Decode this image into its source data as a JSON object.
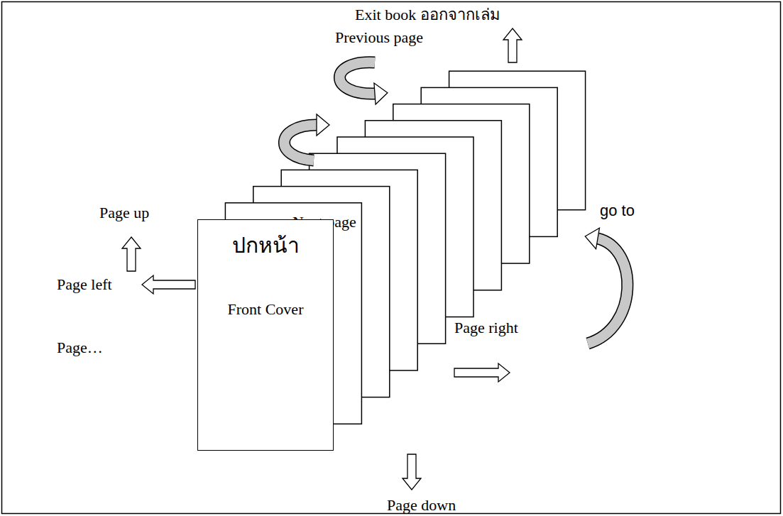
{
  "diagram": {
    "nodes": [
      {
        "text": [
          "ปกหน้า",
          "Front Cover"
        ]
      }
    ],
    "labels": [
      "Exit book ออกจากเล่ม",
      "Previous page",
      "Next page",
      "Page up",
      "Page left",
      "Page…",
      "Page right",
      "Page down",
      "go to"
    ]
  }
}
